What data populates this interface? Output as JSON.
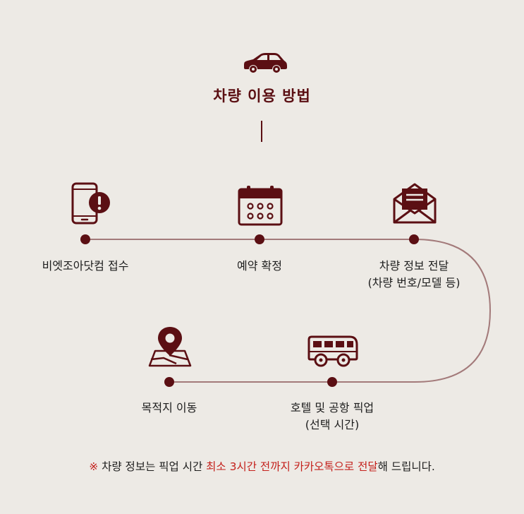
{
  "title": "차량 이용 방법",
  "colors": {
    "accent": "#5b0f13",
    "line": "#a37a7a",
    "highlight": "#c4201b",
    "background": "#edeae5"
  },
  "header_icon": "car-icon",
  "steps": [
    {
      "icon": "phone-alert-icon",
      "label": "비엣조아닷컴 접수",
      "sub": ""
    },
    {
      "icon": "calendar-icon",
      "label": "예약 확정",
      "sub": ""
    },
    {
      "icon": "envelope-icon",
      "label": "차량 정보 전달",
      "sub": "(차량 번호/모델 등)"
    },
    {
      "icon": "bus-icon",
      "label": "호텔 및 공항 픽업",
      "sub": "(선택 시간)"
    },
    {
      "icon": "map-pin-icon",
      "label": "목적지 이동",
      "sub": ""
    }
  ],
  "note": {
    "prefix": "※ 차량 정보는 픽업 시간 ",
    "highlight": "최소 3시간 전까지 카카오톡으로 전달",
    "suffix": "해 드립니다."
  }
}
